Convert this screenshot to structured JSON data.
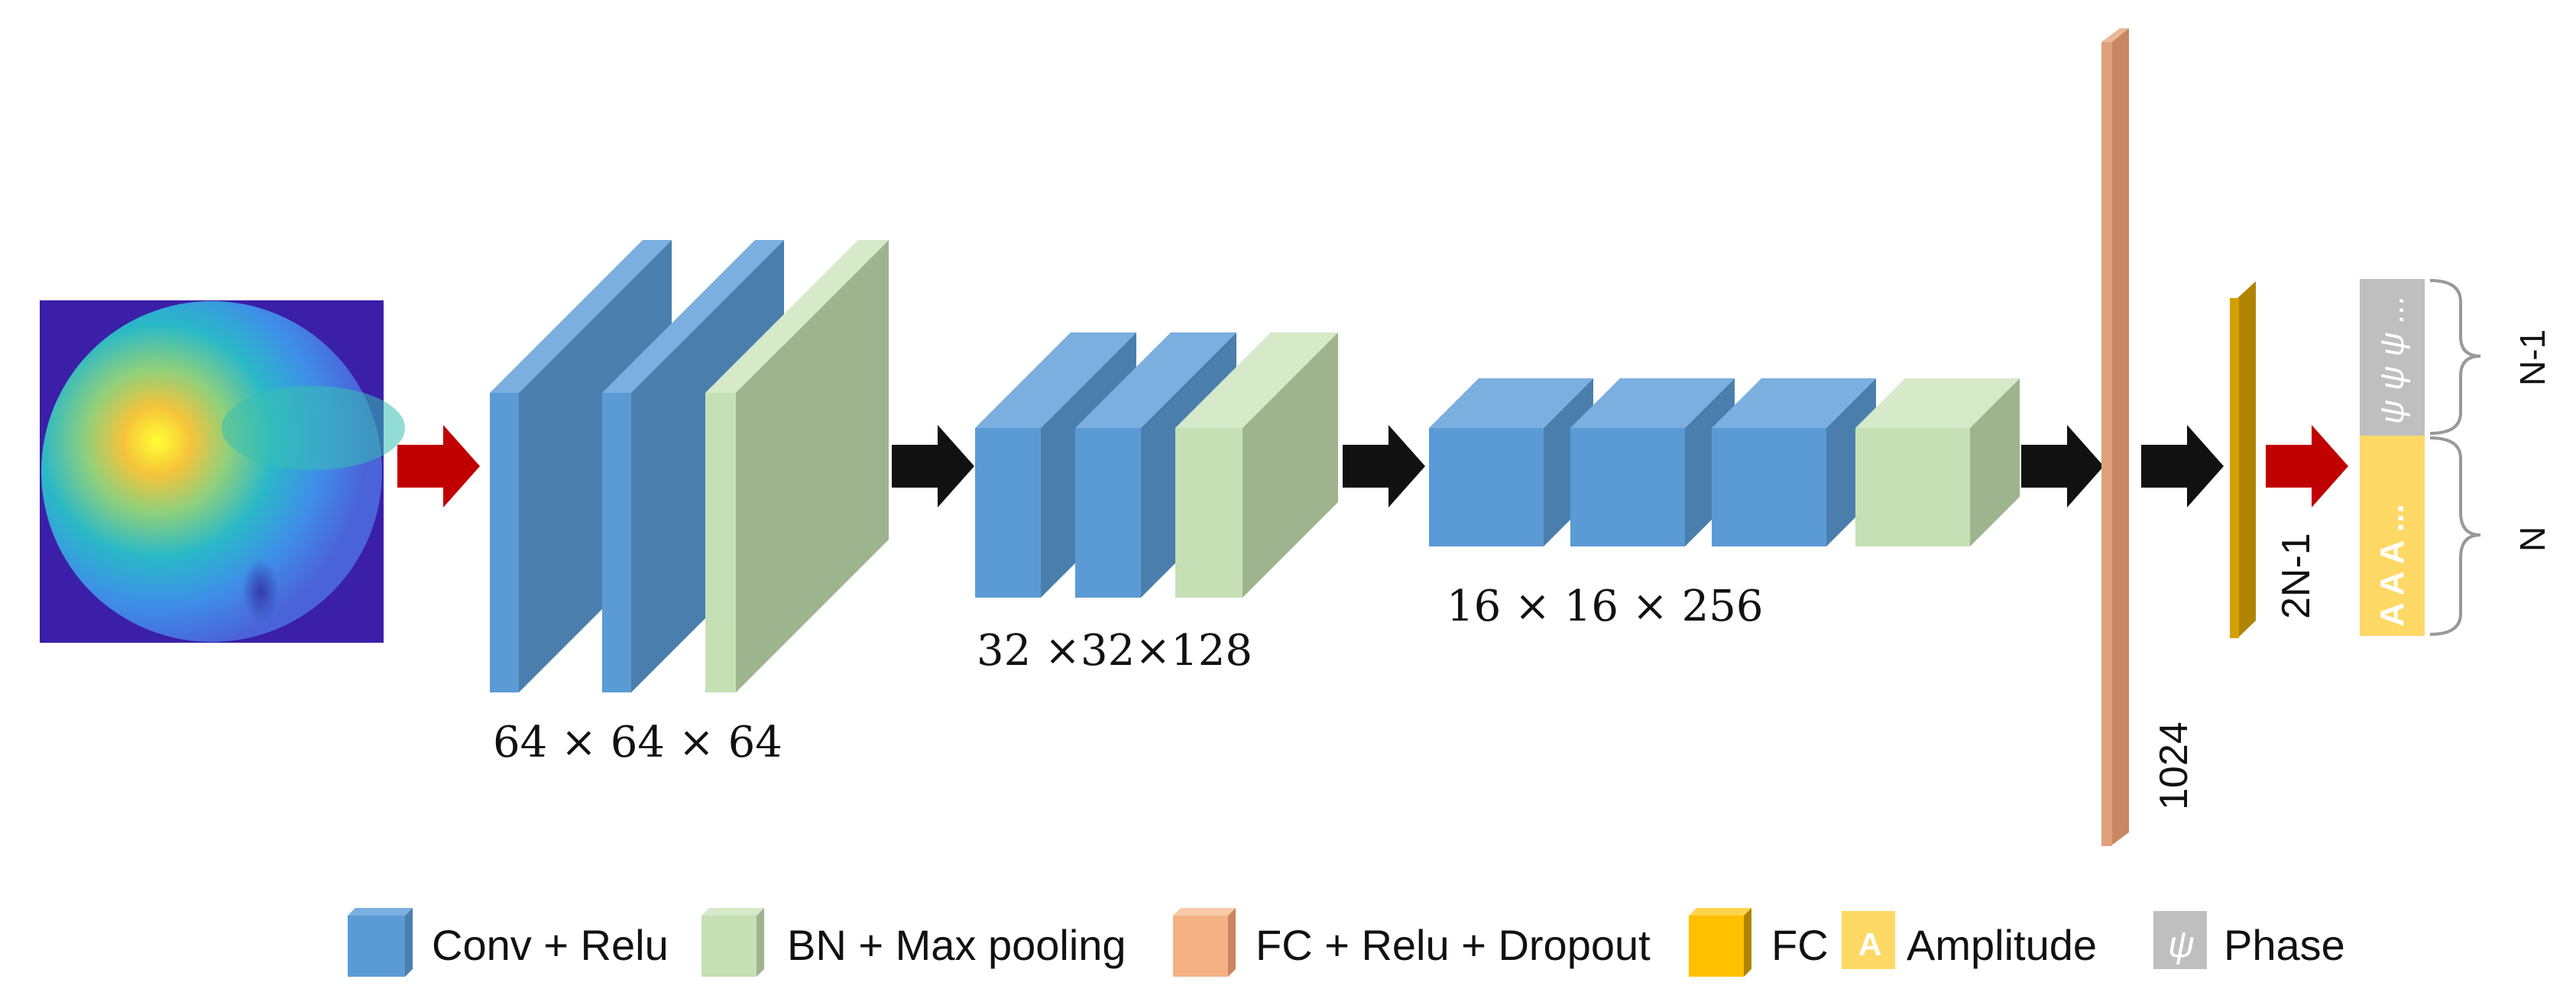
{
  "labels": {
    "block1_dims": "64 × 64 × 64",
    "block2_dims": "32 ×32×128",
    "block3_dims": "16 × 16 × 256",
    "fc1_size": "1024",
    "fc2_size": "2N-1",
    "brace_top": "N-1",
    "brace_bottom": "N",
    "amplitude_cells": "A A A ...",
    "phase_cells": "ψ ψ ψ ..."
  },
  "legend": {
    "conv": "Conv + Relu",
    "bn": "BN + Max pooling",
    "fc_relu": "FC + Relu + Dropout",
    "fc": "FC",
    "amplitude_glyph": "A",
    "amplitude": "Amplitude",
    "phase_glyph": "ψ",
    "phase": "Phase"
  },
  "colors": {
    "conv_front": "#5b9bd5",
    "conv_side": "#4a7fad",
    "conv_top": "#7aafe0",
    "bn_front": "#c5e0b4",
    "bn_side": "#9eb48f",
    "bn_top": "#d6e9c9",
    "fc_relu": "#e0a07a",
    "fc": "#d4a000",
    "amplitude": "#ffd966",
    "phase": "#bfbfbf",
    "arrow_red": "#c00000",
    "arrow_black": "#111111"
  }
}
